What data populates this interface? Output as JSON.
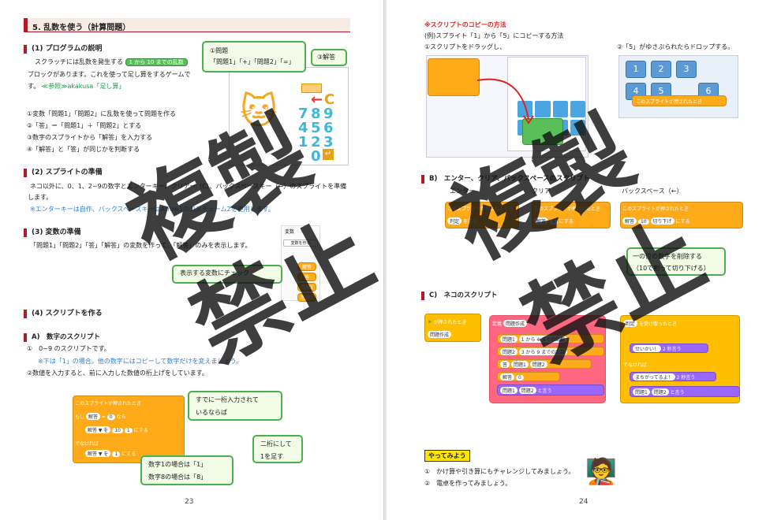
{
  "left": {
    "title": "5. 乱数を使う（計算問題）",
    "sec1": "(1) プログラムの説明",
    "sec1_line1a": "スクラッチには乱数を発生する",
    "sec1_rand": "1 から 10 までの乱数",
    "sec1_line2": "ブロックがあります。これを使って足し算をするゲームで",
    "sec1_line3a": "す。",
    "sec1_line3b": "≪参照≫akakusa「足し算」",
    "steps": [
      "①変数「問題1」「問題2」に乱数を使って問題を作る",
      "②「答」＝「問題1」＋「問題2」とする",
      "③数字のスプライトから「解答」を入力する",
      "④「解答」と「答」が同じかを判断する"
    ],
    "bubble1_title": "①問題",
    "bubble1_body": "「問題1」「+」「問題2」「=」",
    "bubble2": "③解答",
    "keypad": [
      "7",
      "8",
      "9",
      "4",
      "5",
      "6",
      "1",
      "2",
      "3",
      "0",
      "↵",
      "C"
    ],
    "sec2": "(2) スプライトの準備",
    "sec2_line1": "ネコ以外に、0、1、2~9の数字とエンターキー、クリアー（C）、バックスペースキー（←）のスプライトを準備",
    "sec2_line2": "します。",
    "sec2_note": "※エンターキーは自作、バックスペースキーはArrow1のコスチューム2を使用します。",
    "sec3": "(3) 変数の準備",
    "sec3_line": "「問題1」「問題2」「答」「解答」の変数を作って、「解答」のみを表示します。",
    "var_panel_title": "変数",
    "var_panel_btn": "変数を作る",
    "var_panel_items": [
      "解答",
      "答",
      "問題1",
      "問題2"
    ],
    "var_callout": "表示する変数にチェック",
    "sec4": "(4) スクリプトを作る",
    "subA": "A)　数字のスクリプト",
    "subA_1": "①　0~9 のスクリプトです。",
    "subA_note": "※下は「1」の場合。他の数字にはコピーして数字だけを変えましょう。",
    "subA_2": "②数値を入力すると、前に入力した数値の桁上げをしています。",
    "script_hat": "このスプライトが押されたとき",
    "script_if": "もし",
    "script_var": "解答",
    "script_eq": "=",
    "script_zero": "0",
    "script_then": "なら",
    "script_set": "解答 ▼ を",
    "script_ten": "10",
    "script_one": "1",
    "script_to": "にする",
    "script_else": "でなければ",
    "script_set2": "解答 ▼ を",
    "callout1": "すでに一桁入力されて\nいるならば",
    "callout2": "二桁にして\n1を足す",
    "callout3": "数字1の場合は「1」\n数字8の場合は「8」",
    "page_num": "23"
  },
  "right": {
    "copy_title": "※スクリプトのコピーの方法",
    "copy_example": "(例)スプライト「1」から「5」にコピーする方法",
    "copy_step1": "①スクリプトをドラッグし、",
    "copy_step2": "②「5」がゆさぶられたらドロップする。",
    "copy_hat": "このスプライトが押されたとき",
    "copy_tiles": [
      "1",
      "2",
      "3",
      "4",
      "5",
      "6"
    ],
    "subB": "B)　エンター、クリア、バックスペースのスクリプト",
    "enter_label": "エンター",
    "clear_label": "クリア",
    "bs_label": "バックスペース（←）",
    "b_hat": "このスプライトが押されたとき",
    "b_judge": "判定",
    "b_to_send": "を送る",
    "b_var": "解答",
    "b_zero": "0",
    "b_set_to": "にする",
    "b_floor": "切り下げ",
    "b_div": "10",
    "bs_callout": "一の位の数字を削除する\n（10で割って切り下げる）",
    "subC": "C)　ネコのスクリプト",
    "c_flag": "が押されたとき",
    "c_make": "問題作成",
    "c_define": "定義",
    "c_q1": "問題1",
    "c_q2": "問題2",
    "c_ans": "答",
    "c_input": "解答",
    "c_rand1": "1 から 4 までの乱数",
    "c_rand2": "3 から 9 までの乱数",
    "c_say": "と言う",
    "c_recv": "判定",
    "c_recv2": "を受け取ったとき",
    "c_correct": "せいかい！",
    "c_wrong": "まちがってるよ！",
    "c_secs": "2 秒言う",
    "c_else": "でなければ",
    "try_label": "やってみよう",
    "try_1": "①　かけ算や引き算にもチャレンジしてみましょう。",
    "try_2": "②　電卓を作ってみましょう。",
    "page_num": "24"
  },
  "watermark": {
    "line1": "複製",
    "line2": "禁止"
  }
}
